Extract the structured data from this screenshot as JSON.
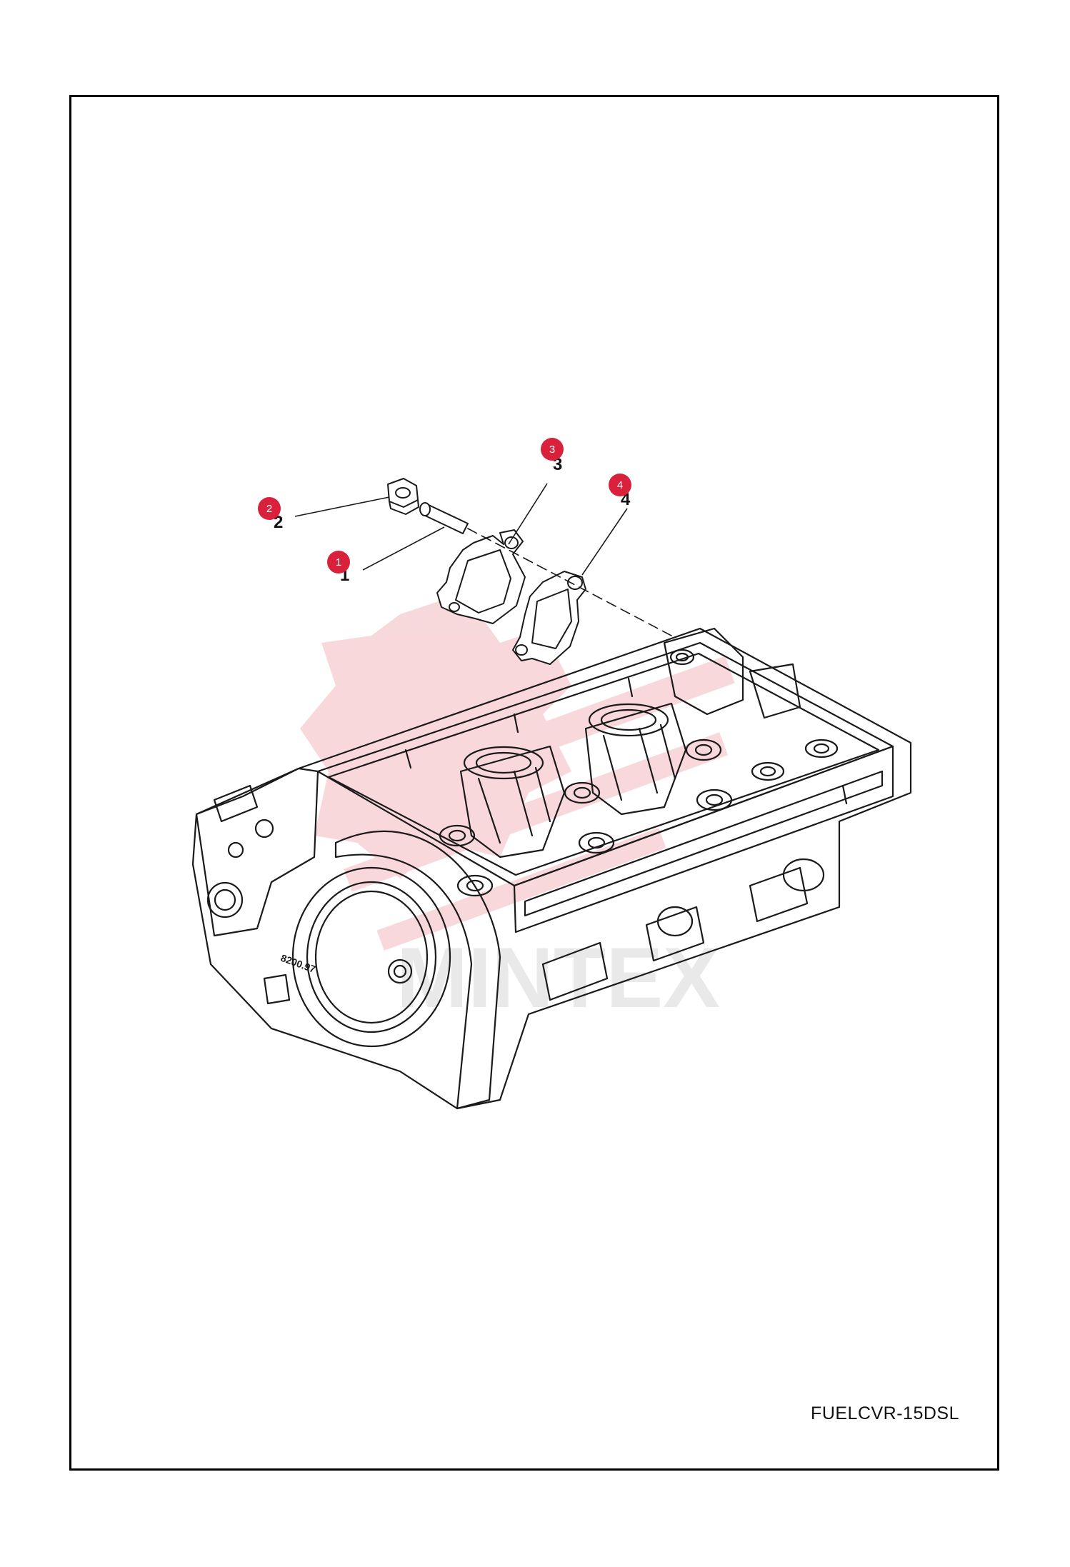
{
  "document": {
    "code": "FUELCVR-15DSL"
  },
  "watermark": {
    "color": "#f3b9bd",
    "text": "MINTEX"
  },
  "callouts": [
    {
      "id": "1",
      "label": "1",
      "badge": "1"
    },
    {
      "id": "2",
      "label": "2",
      "badge": "2"
    },
    {
      "id": "3",
      "label": "3",
      "badge": "3"
    },
    {
      "id": "4",
      "label": "4",
      "badge": "4"
    }
  ],
  "casting_text": "8200.97",
  "colors": {
    "badge": "#d9213c",
    "line": "#1a1a1a",
    "frame": "#000000"
  },
  "icons": {
    "watermark_logo": "gear-wrench-logo-icon"
  }
}
